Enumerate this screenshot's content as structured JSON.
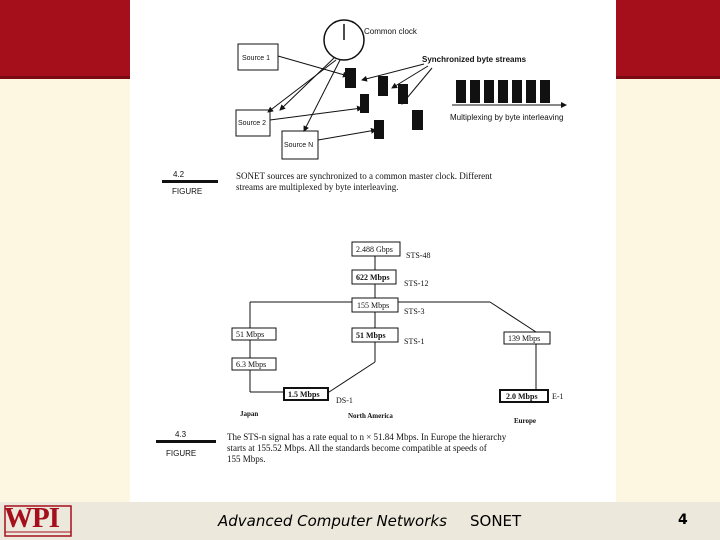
{
  "slide": {
    "footer_title": "Advanced Computer Networks",
    "footer_topic": "SONET",
    "page_number": "4",
    "logo_text": "WPI",
    "colors": {
      "header": "#a50f1c",
      "background": "#fdf7e1",
      "footer": "#ece8dc"
    }
  },
  "figure1": {
    "clock_label": "Common clock",
    "sources": [
      "Source 1",
      "Source 2",
      "Source N"
    ],
    "streams_label": "Synchronized byte streams",
    "mux_label": "Multiplexing by byte interleaving",
    "number": "4.2",
    "caption_label": "FIGURE",
    "caption_line1": "SONET sources are synchronized to a common master clock. Different",
    "caption_line2": "streams are multiplexed by byte interleaving."
  },
  "figure2": {
    "rates": {
      "r2488": "2.488 Gbps",
      "r622": "622 Mbps",
      "r155": "155 Mbps",
      "r51a": "51 Mbps",
      "r51b": "51 Mbps",
      "r139": "139 Mbps",
      "r63": "6.3 Mbps",
      "r15": "1.5 Mbps",
      "r20": "2.0 Mbps"
    },
    "levels": {
      "sts48": "STS-48",
      "sts12": "STS-12",
      "sts3": "STS-3",
      "sts1": "STS-1",
      "ds1": "DS-1",
      "e1": "E-1"
    },
    "regions": [
      "Japan",
      "North America",
      "Europe"
    ],
    "number": "4.3",
    "caption_label": "FIGURE",
    "caption_line1": "The STS-n signal has a rate equal to n × 51.84 Mbps. In Europe the hierarchy",
    "caption_line2": "starts at 155.52 Mbps. All the standards become compatible at speeds of",
    "caption_line3": "155 Mbps."
  }
}
